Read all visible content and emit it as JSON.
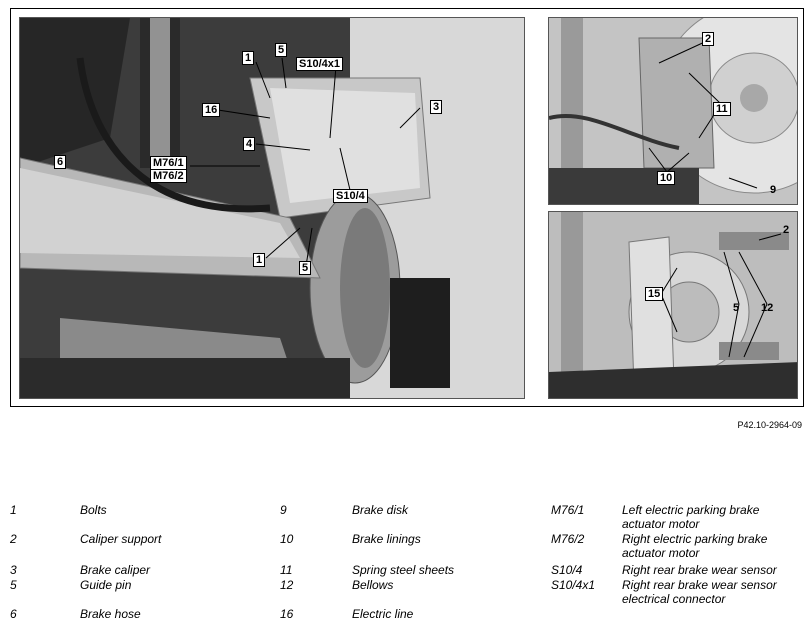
{
  "figure": {
    "id": "P42.10-2964-09",
    "main_callouts": [
      "1",
      "5",
      "S10/4x1",
      "16",
      "3",
      "4",
      "M76/1",
      "M76/2",
      "6",
      "S10/4",
      "1",
      "5"
    ],
    "top_right_callouts": [
      "2",
      "11",
      "10",
      "9"
    ],
    "bottom_right_callouts": [
      "2",
      "15",
      "5",
      "12"
    ]
  },
  "legend": {
    "rows": [
      [
        {
          "num": "1",
          "label": "Bolts"
        },
        {
          "num": "9",
          "label": "Brake disk"
        },
        {
          "num": "M76/1",
          "label": "Left electric parking brake",
          "label2": "actuator motor"
        }
      ],
      [
        {
          "num": "2",
          "label": "Caliper support"
        },
        {
          "num": "10",
          "label": "Brake linings"
        },
        {
          "num": "M76/2",
          "label": "Right electric parking brake",
          "label2": "actuator motor"
        }
      ],
      [
        {
          "num": "3",
          "label": "Brake caliper"
        },
        {
          "num": "11",
          "label": "Spring steel sheets"
        },
        {
          "num": "S10/4",
          "label": "Right rear brake wear sensor"
        }
      ],
      [
        {
          "num": "5",
          "label": "Guide pin"
        },
        {
          "num": "12",
          "label": "Bellows"
        },
        {
          "num": "S10/4x1",
          "label": "Right rear brake wear sensor",
          "label2": "electrical connector"
        }
      ],
      [
        {
          "num": "6",
          "label": "Brake hose"
        },
        {
          "num": "16",
          "label": "Electric line"
        }
      ]
    ]
  }
}
